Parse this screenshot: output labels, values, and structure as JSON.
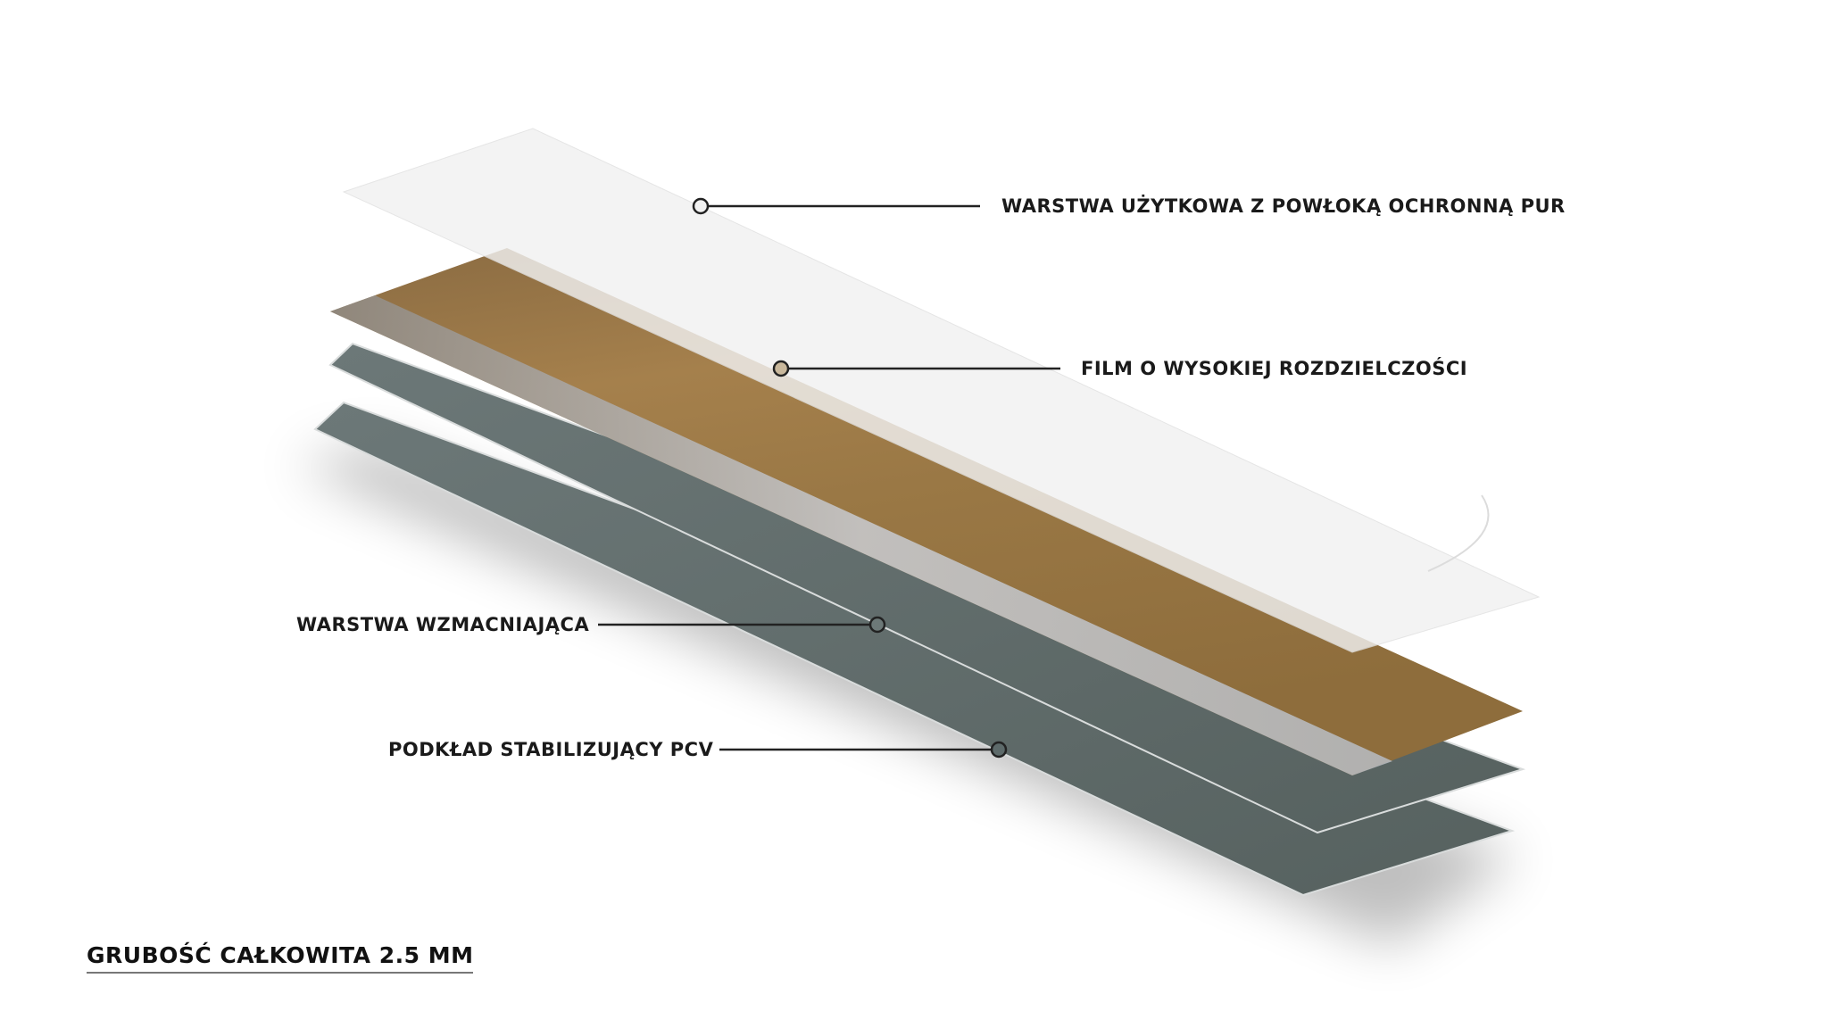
{
  "layers": [
    {
      "label": "WARSTWA UŻYTKOWA Z POWŁOKĄ OCHRONNĄ PUR",
      "color": "#eeeeee"
    },
    {
      "label": "FILM O WYSOKIEJ ROZDZIELCZOŚCI",
      "color": "#9c7a45"
    },
    {
      "label": "WARSTWA WZMACNIAJĄCA",
      "color": "#5f6d6c"
    },
    {
      "label": "PODKŁAD STABILIZUJĄCY PCV",
      "color": "#5d6a6a"
    }
  ],
  "total_thickness": "GRUBOŚĆ CAŁKOWITA 2.5 MM"
}
